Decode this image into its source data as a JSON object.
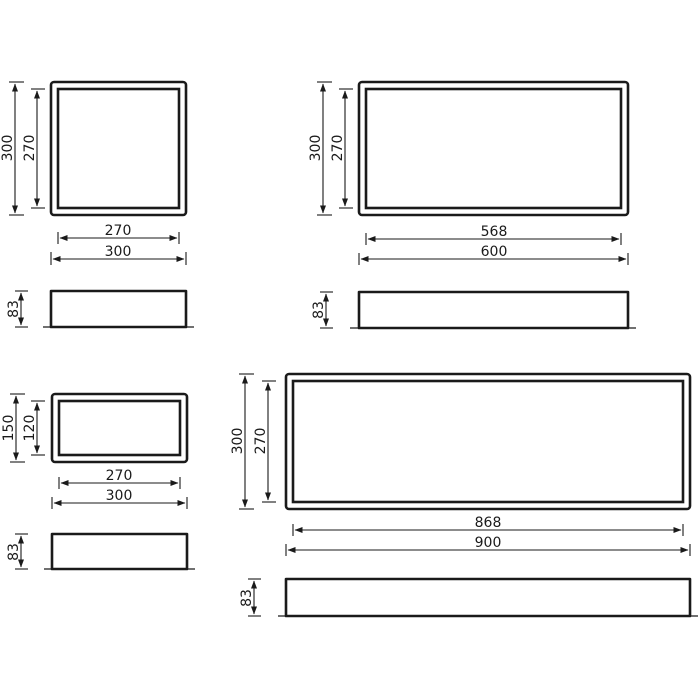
{
  "panels": [
    {
      "id": "small-square",
      "outer_height": "300",
      "inner_height": "270",
      "inner_width": "270",
      "outer_width": "300",
      "depth": "83"
    },
    {
      "id": "wide",
      "outer_height": "300",
      "inner_height": "270",
      "inner_width": "568",
      "outer_width": "600",
      "depth": "83"
    },
    {
      "id": "low",
      "outer_height": "150",
      "inner_height": "120",
      "inner_width": "270",
      "outer_width": "300",
      "depth": "83"
    },
    {
      "id": "extra-wide",
      "outer_height": "300",
      "inner_height": "270",
      "inner_width": "868",
      "outer_width": "900",
      "depth": "83"
    }
  ]
}
